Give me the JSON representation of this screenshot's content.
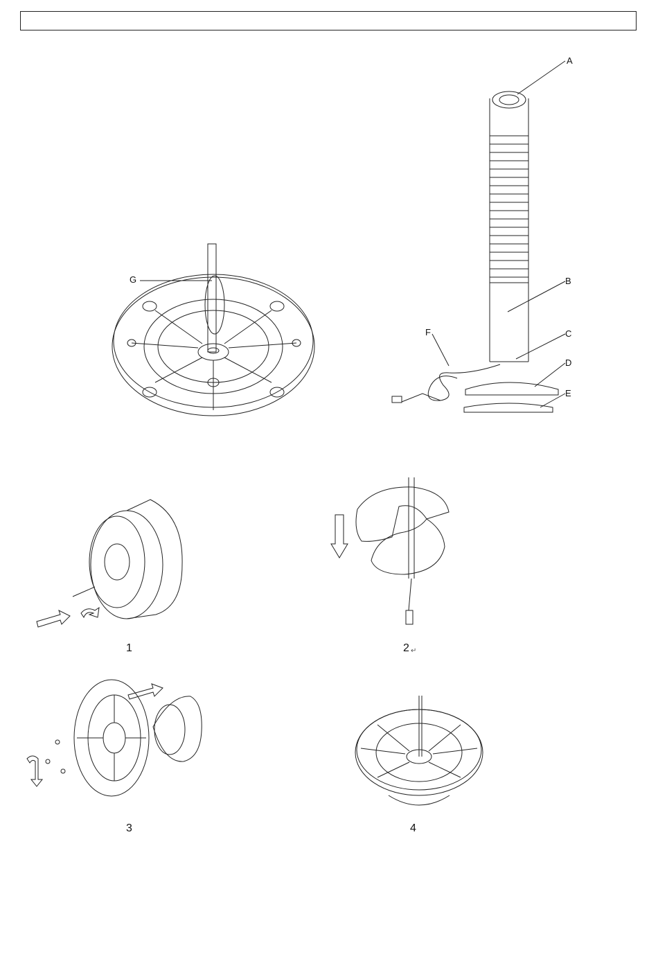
{
  "header": {
    "text": ""
  },
  "callouts": {
    "a": "A",
    "b": "B",
    "c": "C",
    "d": "D",
    "e": "E",
    "f": "F",
    "g": "G"
  },
  "steps": {
    "s1": "1",
    "s2": "2",
    "s2_mark": "↵",
    "s3": "3",
    "s4": "4"
  }
}
